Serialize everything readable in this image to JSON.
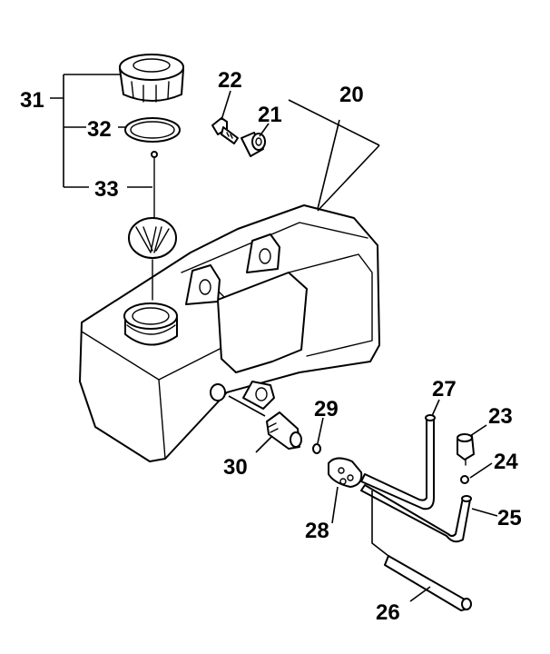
{
  "callouts": {
    "p20": "20",
    "p21": "21",
    "p22": "22",
    "p23": "23",
    "p24": "24",
    "p25": "25",
    "p26": "26",
    "p27": "27",
    "p28": "28",
    "p29": "29",
    "p30": "30",
    "p31": "31",
    "p32": "32",
    "p33": "33"
  },
  "colors": {
    "line": "#000000",
    "background": "#ffffff"
  }
}
